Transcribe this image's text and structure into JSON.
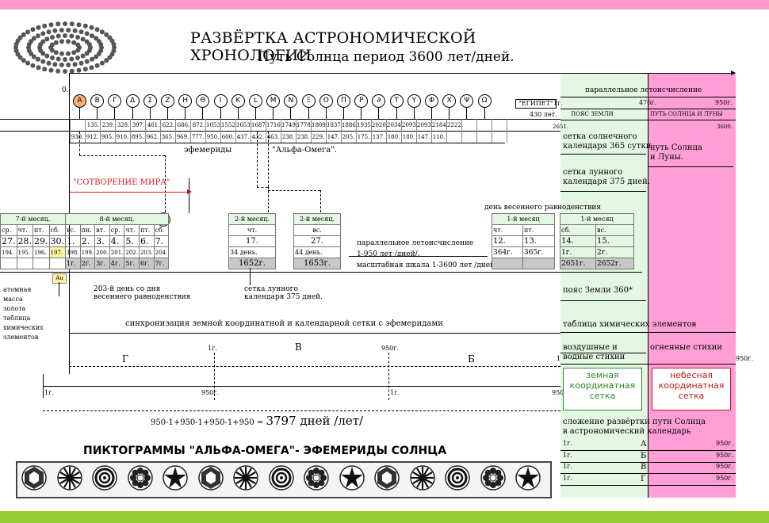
{
  "title": "РАЗВЁРТКА АСТРОНОМИЧЕСКОЙ ХРОНОЛОГИИ",
  "subtitle": "Путь Солнца период 3600 лет/дней.",
  "zero_label": "0.",
  "alphabet": [
    "A",
    "B",
    "Г",
    "Δ",
    "Σ",
    "Z",
    "H",
    "Θ",
    "I",
    "K",
    "L",
    "M",
    "N",
    "Ξ",
    "O",
    "П",
    "P",
    "∂",
    "T",
    "Y",
    "Φ",
    "X",
    "Ψ",
    "Ω"
  ],
  "numbers_top": [
    "",
    "135.",
    "239.",
    "328.",
    "397.",
    "461.",
    "622.",
    "686.",
    "872.",
    "1053.",
    "1552.",
    "1653.",
    "1687.",
    "1716.",
    "1749.",
    "1778.",
    "1809.",
    "1837.",
    "1886.",
    "1935.",
    "2020.",
    "2034.",
    "2093.",
    "2093.",
    "2184.",
    "2222."
  ],
  "numbers_bottom": [
    "930.",
    "912.",
    "905.",
    "910.",
    "895.",
    "962.",
    "365.",
    "969.",
    "777.",
    "950.",
    "600.",
    "437.",
    "432.",
    "463.",
    "238.",
    "238.",
    "229.",
    "147.",
    "205.",
    "175.",
    "137.",
    "180.",
    "180.",
    "147.",
    "110."
  ],
  "egipet": {
    "label": "\"ЕГИПЕТ\"",
    "year": "1г.",
    "days": "430 лет."
  },
  "ephemeris": "эфемериды",
  "alpha_omega": "\"Альфа-Омега\".",
  "creation": "\"СОТВОРЕНИЕ МИРА\"",
  "marker_A": "A",
  "month7": {
    "title": "7-й месяц.",
    "days_w": [
      "ср.",
      "чт.",
      "пт.",
      "сб."
    ],
    "days_n": [
      "27.",
      "28.",
      "29.",
      "30."
    ],
    "count": [
      "194.",
      "195.",
      "196.",
      "197."
    ]
  },
  "month8": {
    "title": "8-й месяц.",
    "days_w": [
      "вс.",
      "пн.",
      "вт.",
      "ср.",
      "чт.",
      "пт.",
      "сб."
    ],
    "days_n": [
      "1.",
      "2.",
      "3.",
      "4.",
      "5.",
      "6.",
      "7."
    ],
    "count": [
      "198.",
      "199.",
      "200.",
      "201.",
      "202.",
      "203.",
      "204."
    ],
    "years": [
      "1г.",
      "2г.",
      "3г.",
      "4г.",
      "5г.",
      "6г.",
      "7г."
    ]
  },
  "au": "Au",
  "left_notes": [
    "атомная",
    "масса",
    "золота",
    "таблица",
    "химических",
    "элементов"
  ],
  "day203": [
    "203-й день со дня",
    "весеннего равноденствия"
  ],
  "month2a": {
    "title": "2-й месяц.",
    "dw": "чт.",
    "dn": "17.",
    "cnt": "34 день.",
    "yr": "1652г."
  },
  "month2b": {
    "title": "2-й месяц.",
    "dw": "вс.",
    "dn": "27.",
    "cnt": "44 день.",
    "yr": "1653г."
  },
  "lunar_grid": [
    "сетка лунного",
    "календаря 375 дней."
  ],
  "parallel_mid": [
    "параллельное летоисчисление",
    "1-950 лет /дней/.",
    "масштабная шкала 1-3600 лет /дней/."
  ],
  "equinox": "день весеннего равноденствия",
  "month1a": {
    "title": "1-й месяц",
    "dw": [
      "чт.",
      "пт."
    ],
    "dn": [
      "12.",
      "13."
    ],
    "yr": [
      "364г.",
      "365г."
    ]
  },
  "month1b": {
    "title": "1-й месяц",
    "dw": [
      "сб.",
      "вс."
    ],
    "dn": [
      "14.",
      "15."
    ],
    "yr": [
      "1г.",
      "2г."
    ],
    "yr2": [
      "2651г.",
      "2652г."
    ]
  },
  "sync": "синхронизация земной координатной и календарной сетки с эфемеридами",
  "scale": {
    "G": "Г",
    "V": "В",
    "B": "Б",
    "g1": "1г.",
    "g950": "950г.",
    "v1": "1г.",
    "v950": "950г.",
    "b1": "1г.",
    "b950": "950г.",
    "one": "1"
  },
  "sum": "950-1+950-1+950-1+950 = ",
  "sum_big": "3797 дней /лет/",
  "picto_title": "ПИКТОГРАММЫ \"АЛЬФА-ОМЕГА\"- ЭФЕМЕРИДЫ СОЛНЦА",
  "right": {
    "parallel": "параллельное летоисчисление",
    "y476": "476г.",
    "y950": "950г.",
    "belt_earth": "ПОЯС ЗЕМЛИ",
    "belt_sun": "ПУТЬ СОЛНЦА И ЛУНЫ",
    "n2651": "2651.",
    "n3600": "3600.",
    "solar": [
      "сетка солнечного",
      "календаря 365 сутки."
    ],
    "lunar": [
      "сетка лунного",
      "календаря 375 дней."
    ],
    "sun_moon": [
      "путь Солнца",
      "и Луны."
    ],
    "belt360": "пояс Земли 360*",
    "chem": "таблица химических элементов",
    "air": [
      "воздушные и",
      "водные стихии"
    ],
    "fire": "огненные стихии",
    "fire950": "950г.",
    "earth_grid": [
      "земная",
      "координатная",
      "сетка"
    ],
    "sky_grid": [
      "небесная",
      "координатная",
      "сетка"
    ],
    "addition": [
      "сложение развёртки пути Солнца",
      "в астрономический календарь"
    ],
    "rows": [
      {
        "a": "1г.",
        "l": "А",
        "b": "950г."
      },
      {
        "a": "1г.",
        "l": "Б",
        "b": "950г."
      },
      {
        "a": "1г.",
        "l": "В",
        "b": "950г."
      },
      {
        "a": "1г.",
        "l": "Г",
        "b": "950г."
      }
    ]
  },
  "colors": {
    "green": "#e4f7e2",
    "pink": "#ff9fd6",
    "top_bar": "#ff99cc",
    "bottom_bar": "#99cc33",
    "red": "#e01818",
    "gray": "#c8c8c8"
  },
  "pictograms": [
    "hexagon-gem-icon",
    "circle-triangle-icon",
    "spiral-icon",
    "lotus-icon",
    "sunburst-icon",
    "star-ornament-icon",
    "radial-wheel-icon",
    "star-wheel-icon",
    "star-burst-icon",
    "grid-square-icon",
    "cube-flower-icon",
    "triad-icon",
    "ring-knot-icon",
    "lantern-icon",
    "square-frame-icon"
  ]
}
